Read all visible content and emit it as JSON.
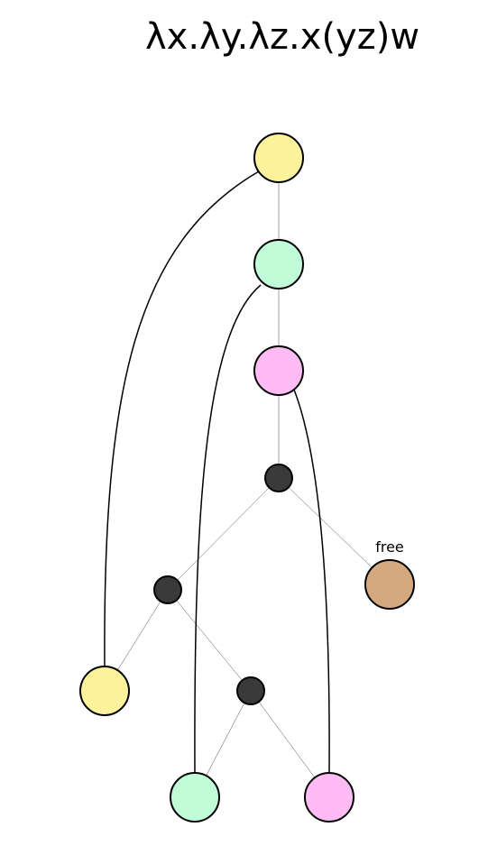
{
  "title": "λx.λy.λz.x(yz)w",
  "colors": {
    "x": "#fff29c",
    "y": "#c0fcd8",
    "z": "#ffbcf4",
    "application": "#3a3a3a",
    "free": "#d4a980"
  },
  "nodes": [
    {
      "id": "lambda-x",
      "kind": "abstraction",
      "var": "x"
    },
    {
      "id": "lambda-y",
      "kind": "abstraction",
      "var": "y"
    },
    {
      "id": "lambda-z",
      "kind": "abstraction",
      "var": "z"
    },
    {
      "id": "app-root",
      "kind": "application"
    },
    {
      "id": "app-left",
      "kind": "application"
    },
    {
      "id": "app-inner",
      "kind": "application"
    },
    {
      "id": "var-x",
      "kind": "variable",
      "var": "x"
    },
    {
      "id": "var-y",
      "kind": "variable",
      "var": "y"
    },
    {
      "id": "var-z",
      "kind": "variable",
      "var": "z"
    },
    {
      "id": "var-w",
      "kind": "free-variable",
      "var": "w",
      "label": "free"
    }
  ]
}
